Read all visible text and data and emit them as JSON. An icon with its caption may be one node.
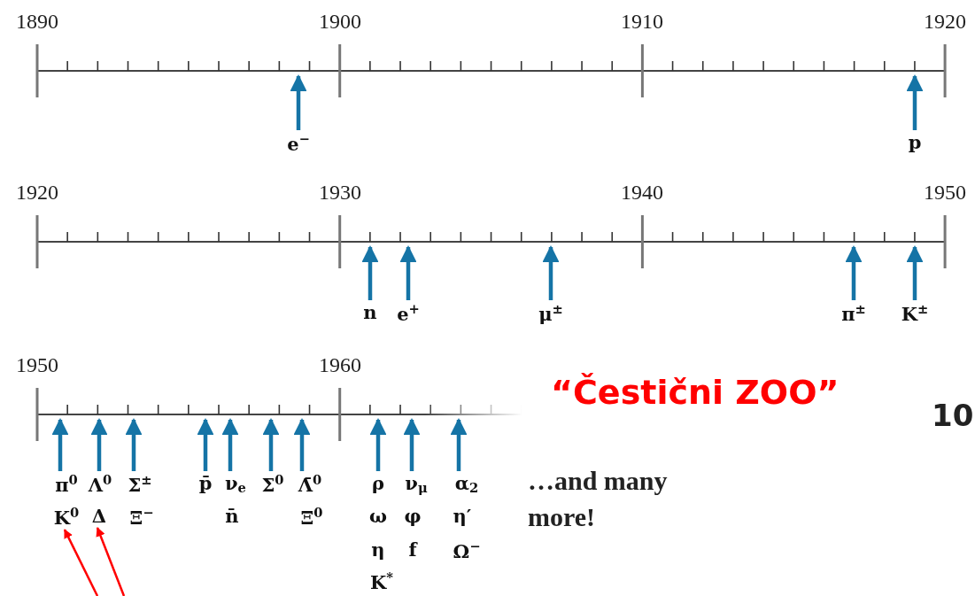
{
  "diagram": {
    "title": "“Čestični ZOO”",
    "nodes": [
      {
        "text": [
          "e$^{−}$"
        ]
      },
      {
        "text": [
          "p"
        ]
      },
      {
        "text": [
          "n"
        ]
      },
      {
        "text": [
          "e$^{+}$"
        ]
      },
      {
        "text": [
          "μ$^{±}$"
        ]
      },
      {
        "text": [
          "π$^{±}$"
        ]
      },
      {
        "text": [
          "K$^{±}$"
        ]
      },
      {
        "text": [
          "π$^{0}$"
        ]
      },
      {
        "text": [
          "K$^{0}$"
        ]
      },
      {
        "text": [
          "Λ$^{0}$"
        ]
      },
      {
        "text": [
          "Δ"
        ]
      },
      {
        "text": [
          "Σ$^{±}$"
        ]
      },
      {
        "text": [
          "Ξ$^{−}$"
        ]
      },
      {
        "text": [
          "p̄"
        ]
      },
      {
        "text": [
          "ν$_{e}$"
        ]
      },
      {
        "text": [
          "n̄"
        ]
      },
      {
        "text": [
          "Σ$^{0}$"
        ]
      },
      {
        "text": [
          "Λ̄$^{0}$"
        ]
      },
      {
        "text": [
          "Ξ$^{0}$"
        ]
      },
      {
        "text": [
          "ρ"
        ]
      },
      {
        "text": [
          "ω"
        ]
      },
      {
        "text": [
          "η"
        ]
      },
      {
        "text": [
          "K$^{*}$"
        ]
      },
      {
        "text": [
          "ν$_{μ}$"
        ]
      },
      {
        "text": [
          "φ"
        ]
      },
      {
        "text": [
          "f"
        ]
      },
      {
        "text": [
          "α$_{2}$"
        ]
      },
      {
        "text": [
          "η′"
        ]
      },
      {
        "text": [
          "Ω$^{−}$"
        ]
      }
    ],
    "edges": [
      {
        "from": 0,
        "to": null,
        "arrow": "to"
      },
      {
        "from": 1,
        "to": null,
        "arrow": "to"
      },
      {
        "from": 2,
        "to": null,
        "arrow": "to"
      },
      {
        "from": 3,
        "to": null,
        "arrow": "to"
      },
      {
        "from": 4,
        "to": null,
        "arrow": "to"
      },
      {
        "from": 5,
        "to": null,
        "arrow": "to"
      },
      {
        "from": 6,
        "to": null,
        "arrow": "to"
      },
      {
        "from": 7,
        "to": null,
        "arrow": "to"
      },
      {
        "from": 9,
        "to": null,
        "arrow": "to"
      },
      {
        "from": 11,
        "to": null,
        "arrow": "to"
      },
      {
        "from": 13,
        "to": null,
        "arrow": "to"
      },
      {
        "from": 14,
        "to": null,
        "arrow": "to"
      },
      {
        "from": 16,
        "to": null,
        "arrow": "to"
      },
      {
        "from": 17,
        "to": null,
        "arrow": "to"
      },
      {
        "from": 19,
        "to": null,
        "arrow": "to"
      },
      {
        "from": 23,
        "to": null,
        "arrow": "to"
      },
      {
        "from": 26,
        "to": null,
        "arrow": "to"
      },
      {
        "from": null,
        "to": 8,
        "arrow": "to",
        "color": "#ff0000"
      },
      {
        "from": null,
        "to": 10,
        "arrow": "to",
        "color": "#ff0000"
      }
    ],
    "labels": [
      "1890",
      "1900",
      "1910",
      "1920",
      "1920",
      "1930",
      "1940",
      "1950",
      "1950",
      "1960",
      "…and many more!",
      "10"
    ]
  }
}
